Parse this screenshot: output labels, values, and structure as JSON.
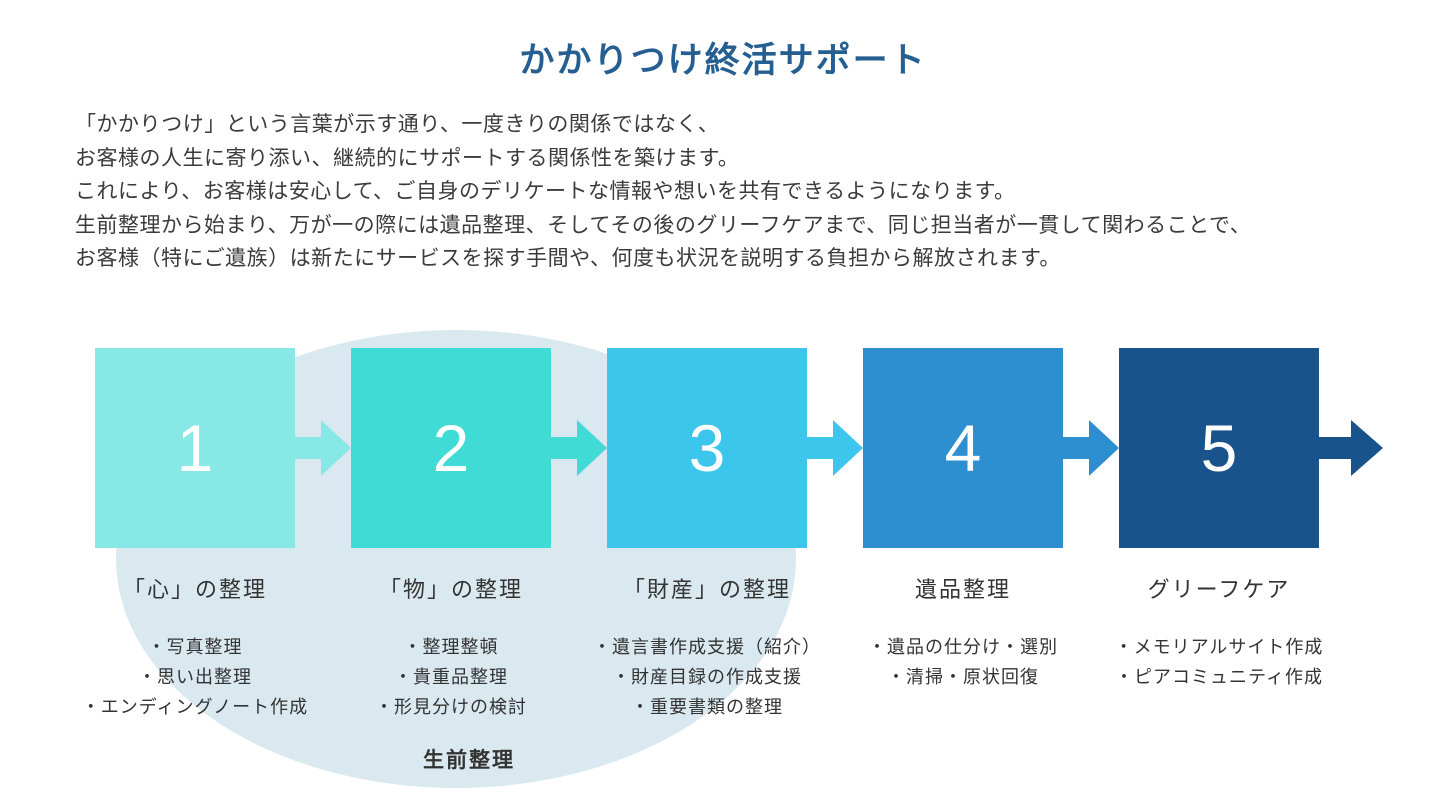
{
  "title": "かかりつけ終活サポート",
  "intro_lines": [
    "「かかりつけ」という言葉が示す通り、一度きりの関係ではなく、",
    "お客様の人生に寄り添い、継続的にサポートする関係性を築けます。",
    "これにより、お客様は安心して、ご自身のデリケートな情報や想いを共有できるようになります。",
    "生前整理から始まり、万が一の際には遺品整理、そしてその後のグリーフケアまで、同じ担当者が一貫して関わることで、",
    "お客様（特にご遺族）は新たにサービスを探す手間や、何度も状況を説明する負担から解放されます。"
  ],
  "steps": [
    {
      "number": "1",
      "label": "「心」の整理",
      "color": "#87E8E6",
      "bullets": [
        "・写真整理",
        "・思い出整理",
        "・エンディングノート作成"
      ]
    },
    {
      "number": "2",
      "label": "「物」の整理",
      "color": "#40DBD5",
      "bullets": [
        "・整理整頓",
        "・貴重品整理",
        "・形見分けの検討"
      ]
    },
    {
      "number": "3",
      "label": "「財産」の整理",
      "color": "#3DC6EC",
      "bullets": [
        "・遺言書作成支援（紹介）",
        "・財産目録の作成支援",
        "・重要書類の整理"
      ]
    },
    {
      "number": "4",
      "label": "遺品整理",
      "color": "#2E8FD0",
      "bullets": [
        "・遺品の仕分け・選別",
        "・清掃・原状回復"
      ]
    },
    {
      "number": "5",
      "label": "グリーフケア",
      "color": "#19538B",
      "bullets": [
        "・メモリアルサイト作成",
        "・ピアコミュニティ作成"
      ]
    }
  ],
  "group_label": "生前整理",
  "colors": {
    "title": "#255E91",
    "text": "#333333",
    "ellipse": "#D9E9EF"
  }
}
